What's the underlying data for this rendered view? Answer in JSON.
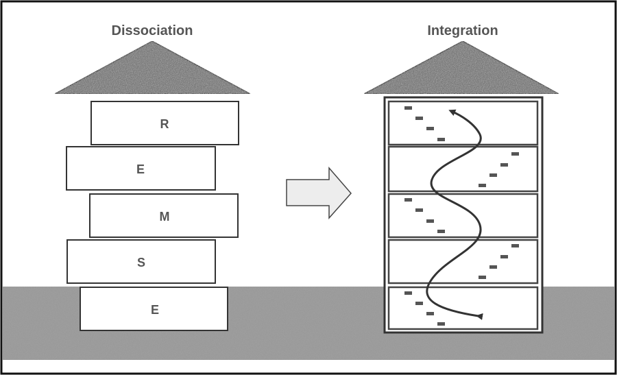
{
  "left_panel": {
    "title": "Dissociation",
    "blocks": [
      "R",
      "E",
      "M",
      "S",
      "E"
    ]
  },
  "right_panel": {
    "title": "Integration",
    "floors": 5
  },
  "colors": {
    "ground": "#8e8e8e",
    "roof": "#6a6a6a",
    "outline": "#333333",
    "text": "#555555",
    "arrow_fill": "#ededed"
  },
  "icons": {
    "transition_arrow": "right-arrow-icon",
    "pathway": "curved-arrow-icon"
  }
}
